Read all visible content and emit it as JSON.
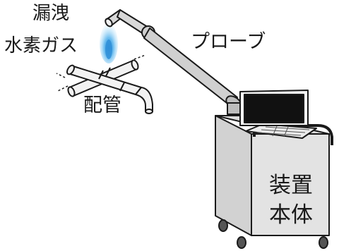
{
  "labels": {
    "leak_line1": "漏洩",
    "leak_line2": "水素ガス",
    "probe": "プローブ",
    "piping": "配管",
    "unit_line1": "装置",
    "unit_line2": "本体"
  },
  "colors": {
    "outline": "#1a1a1a",
    "cart_body": "#e3e3e3",
    "cart_side": "#d2d2d2",
    "pipe_fill": "#f2f2f2",
    "probe_fill": "#d8d8d8",
    "flame_outer": "#8fd0f5",
    "flame_inner": "#3e9fe0",
    "screen": "#111111"
  }
}
